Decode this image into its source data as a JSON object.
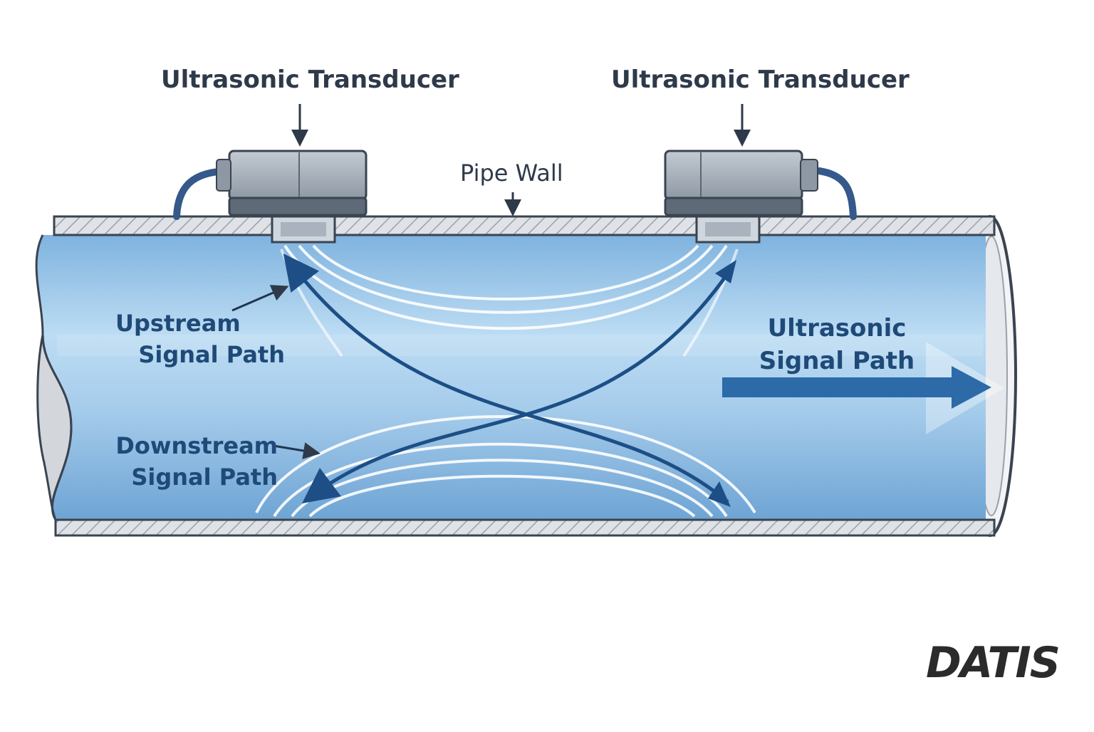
{
  "labels": {
    "transducer_left": "Ultrasonic Transducer",
    "transducer_right": "Ultrasonic Transducer",
    "pipe_wall": "Pipe Wall",
    "upstream_line1": "Upstream",
    "upstream_line2": "Signal Path",
    "downstream_line1": "Downstream",
    "downstream_line2": "Signal Path",
    "flow_line1": "Ultrasonic",
    "flow_line2": "Signal Path"
  },
  "logo": {
    "text": "DATIS"
  },
  "colors": {
    "pipe_water": "#a9d0ee",
    "pipe_wall": "#d9dde2",
    "signal_arrow": "#1d4f86",
    "flow_arrow": "#2c6aa8",
    "transducer": "#a9b2bd",
    "cable": "#34598a"
  }
}
